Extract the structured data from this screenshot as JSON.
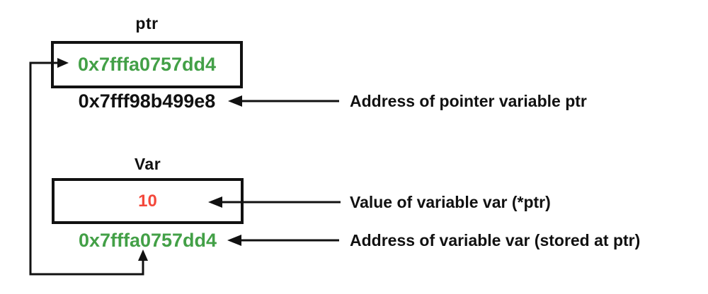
{
  "colors": {
    "green": "#43A047",
    "red": "#F4483B",
    "ink": "#111111"
  },
  "pointer_box": {
    "title": "ptr",
    "value": "0x7fffa0757dd4",
    "address_label": "0x7fff98b499e8"
  },
  "var_box": {
    "title": "Var",
    "value": "10",
    "address_label": "0x7fffa0757dd4"
  },
  "annotations": [
    {
      "text": "Address of pointer variable ptr"
    },
    {
      "text": "Value of variable var (*ptr)"
    },
    {
      "text": "Address of variable var (stored at ptr)"
    }
  ]
}
